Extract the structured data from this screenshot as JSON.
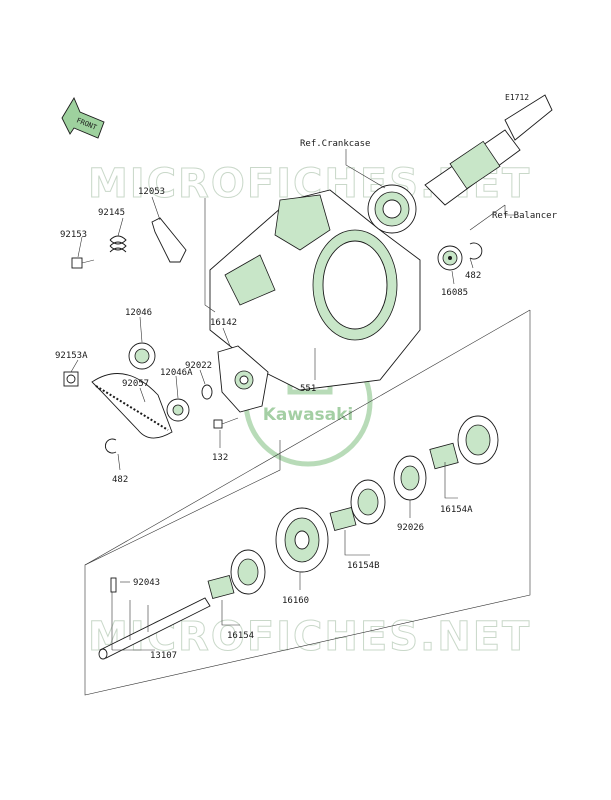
{
  "diagram_code": "E1712",
  "front_label": "FRONT",
  "watermark": {
    "top_text": "MICROFICHES.NET",
    "bottom_text": "MICROFICHES.NET",
    "logo_text": "Kawasaki"
  },
  "references": {
    "crankcase": "Ref.Crankcase",
    "balancer": "Ref.Balancer"
  },
  "parts": [
    {
      "id": "p12053",
      "number": "12053"
    },
    {
      "id": "p92145",
      "number": "92145"
    },
    {
      "id": "p92153",
      "number": "92153"
    },
    {
      "id": "p12046",
      "number": "12046"
    },
    {
      "id": "p16142",
      "number": "16142"
    },
    {
      "id": "p92153A",
      "number": "92153A"
    },
    {
      "id": "p92022",
      "number": "92022"
    },
    {
      "id": "p92057",
      "number": "92057"
    },
    {
      "id": "p12046A",
      "number": "12046A"
    },
    {
      "id": "p551",
      "number": "551"
    },
    {
      "id": "p132",
      "number": "132"
    },
    {
      "id": "p482a",
      "number": "482"
    },
    {
      "id": "p482b",
      "number": "482"
    },
    {
      "id": "p16085",
      "number": "16085"
    },
    {
      "id": "p92026",
      "number": "92026"
    },
    {
      "id": "p16154A",
      "number": "16154A"
    },
    {
      "id": "p16154B",
      "number": "16154B"
    },
    {
      "id": "p16160",
      "number": "16160"
    },
    {
      "id": "p16154",
      "number": "16154"
    },
    {
      "id": "p92043",
      "number": "92043"
    },
    {
      "id": "p13107",
      "number": "13107"
    }
  ]
}
